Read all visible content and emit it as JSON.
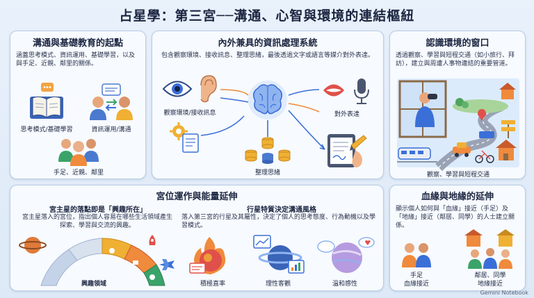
{
  "title": "占星學：第三宮──溝通、心智與環境的連結樞紐",
  "panel_basic": {
    "title": "溝通與基礎教育的起點",
    "desc": "涵蓋思考模式、資訊運用、基礎學習，以及與手足、近親、鄰里的關係。",
    "label_thinking": "思考模式/基礎學習",
    "label_info": "資訊運用/溝通",
    "label_siblings": "手足、近親、鄰里"
  },
  "panel_info": {
    "title": "內外兼具的資訊處理系統",
    "desc": "包含觀察環境、接收訊息、整理思緒，最後透過文字或語言等媒介對外表達。",
    "label_observe": "觀察環境/接收訊息",
    "label_express": "對外表達",
    "label_organize": "整理思緒"
  },
  "panel_env": {
    "title": "認識環境的窗口",
    "desc": "透過觀察、學習與短程交通（如小旅行、拜訪），建立與周遭人事物連結的重要管道。",
    "label": "觀察、學習與短程交通"
  },
  "panel_house": {
    "title": "宮位運作與能量延伸",
    "sub_left": "宮主星的落點即是「興趣所在」",
    "desc_left": "宮主星落入的宮位，指出個人容易在哪些生活領域產生探索、學習與交流的興趣。",
    "label_interest": "興趣領域",
    "sub_right": "行星特質決定溝通風格",
    "desc_right": "落入第三宮的行星及其屬性，決定了個人的思考態度、行為動機以及學習模式。",
    "label_active": "積極直率",
    "label_rational": "理性客觀",
    "label_gentle": "溫和感性"
  },
  "panel_bond": {
    "title": "血緣與地緣的延伸",
    "desc": "顯示個人如何與「血緣」接近（手足）及「地緣」接近（鄰居、同學）的人士建立關係。",
    "label_blood_1": "手足",
    "label_blood_2": "血緣接近",
    "label_geo_1": "鄰居、同學",
    "label_geo_2": "地緣接近"
  },
  "brand": "Gemini Notebook",
  "colors": {
    "accent_blue": "#3a6fd8",
    "warm_orange": "#f08a3c",
    "panel_border": "#b9cde6"
  }
}
